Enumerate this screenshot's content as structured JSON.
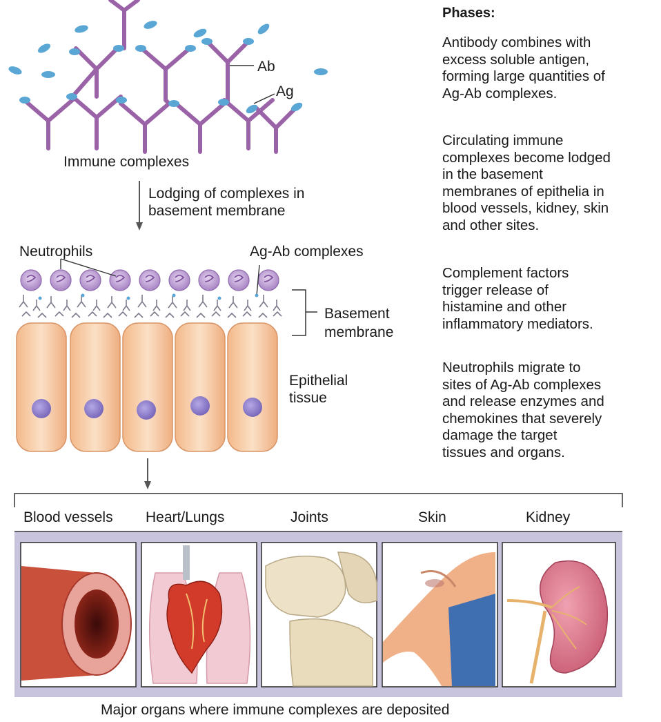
{
  "antibody_diagram": {
    "ab_label": "Ab",
    "ag_label": "Ag",
    "caption": "Immune complexes"
  },
  "lodging_arrow_label": [
    "Lodging of complexes in",
    "basement membrane"
  ],
  "tissue_diagram": {
    "neutrophils_label": "Neutrophils",
    "complexes_label": "Ag-Ab complexes",
    "basement_label": [
      "Basement",
      "membrane"
    ],
    "epithelial_label": [
      "Epithelial",
      "tissue"
    ]
  },
  "phases": {
    "heading": "Phases:",
    "items": [
      [
        "Antibody combines with",
        "excess soluble antigen,",
        "forming large quantities of",
        "Ag-Ab complexes."
      ],
      [
        "Circulating immune",
        "complexes become lodged",
        "in the basement",
        "membranes of epithelia in",
        "blood vessels, kidney, skin",
        "and other sites."
      ],
      [
        "Complement factors",
        "trigger release of",
        "histamine and other",
        "inflammatory mediators."
      ],
      [
        "Neutrophils migrate to",
        "sites of Ag-Ab complexes",
        "and release enzymes and",
        "chemokines that severely",
        "damage the target",
        "tissues and organs."
      ]
    ]
  },
  "organs": {
    "panels": [
      "Blood vessels",
      "Heart/Lungs",
      "Joints",
      "Skin",
      "Kidney"
    ],
    "caption": "Major organs where immune complexes are deposited"
  },
  "colors": {
    "antibody": "#9a63a8",
    "antigen": "#5aa7d6",
    "cell_fill": "#f5c8a0",
    "nucleus": "#8f7fc9",
    "neutrophil": "#c6a9d8",
    "organ_band": "#c8c4dd"
  }
}
